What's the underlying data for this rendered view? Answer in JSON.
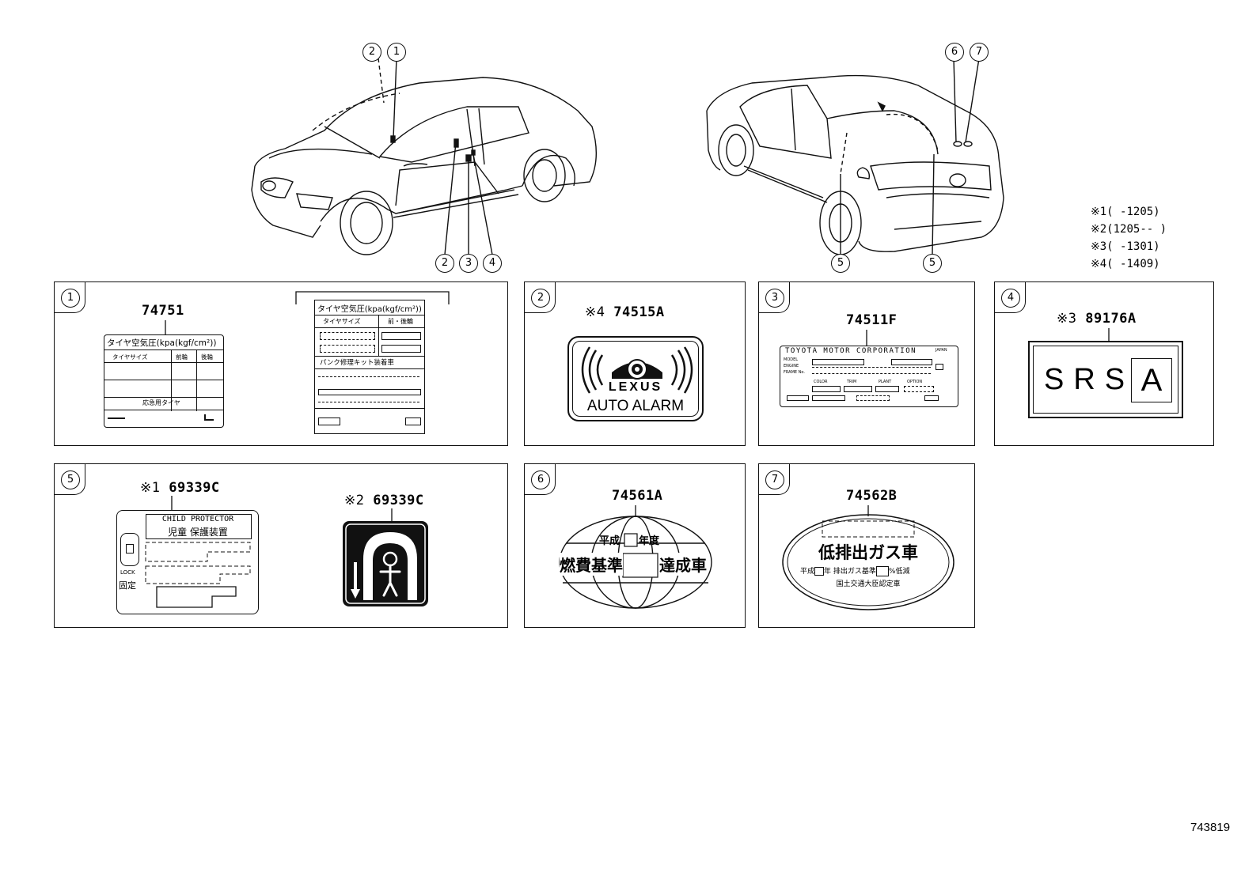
{
  "callouts": {
    "front": [
      "2",
      "1",
      "2",
      "3",
      "4"
    ],
    "rear": [
      "6",
      "7",
      "5",
      "5"
    ]
  },
  "notes": [
    {
      "mark": "※1",
      "range": "(      -1205)"
    },
    {
      "mark": "※2",
      "range": "(1205--      )"
    },
    {
      "mark": "※3",
      "range": "(      -1301)"
    },
    {
      "mark": "※4",
      "range": "(      -1409)"
    }
  ],
  "panels": {
    "p1": {
      "num": "1",
      "part": "74751",
      "label_a": {
        "title": "タイヤ空気圧(kpa(kgf/cm²))",
        "col1": "タイヤサイズ",
        "col2": "前輪",
        "col3": "後輪",
        "spare": "応急用タイヤ"
      },
      "label_b": {
        "title": "タイヤ空気圧(kpa(kgf/cm²))",
        "col1": "タイヤサイズ",
        "col2": "前・後輪",
        "kit": "パンク修理キット装着車"
      }
    },
    "p2": {
      "num": "2",
      "mark": "※4",
      "part": "74515A",
      "brand": "LEXUS",
      "text": "AUTO ALARM"
    },
    "p3": {
      "num": "3",
      "part": "74511F",
      "maker": "TOYOTA MOTOR CORPORATION",
      "country": "JAPAN",
      "model": "MODEL",
      "engine": "ENGINE",
      "frame": "FRAME No.",
      "color": "COLOR",
      "trim": "TRIM",
      "plant": "PLANT",
      "option": "OPTION"
    },
    "p4": {
      "num": "4",
      "mark": "※3",
      "part": "89176A",
      "text": "SRS",
      "letter": "A"
    },
    "p5": {
      "num": "5",
      "a": {
        "mark": "※1",
        "part": "69339C",
        "en": "CHILD PROTECTOR",
        "jp": "児童 保護装置",
        "lock": "LOCK",
        "lock_jp": "固定"
      },
      "b": {
        "mark": "※2",
        "part": "69339C"
      }
    },
    "p6": {
      "num": "6",
      "part": "74561A",
      "year": "平成",
      "year_suffix": "年度",
      "line1": "燃費基準",
      "line2": "達成車"
    },
    "p7": {
      "num": "7",
      "part": "74562B",
      "title": "低排出ガス車",
      "sub1_a": "平成",
      "sub1_b": "年 排出ガス基準",
      "sub1_c": "%低減",
      "sub2": "国土交通大臣認定車"
    }
  },
  "doc_number": "743819"
}
